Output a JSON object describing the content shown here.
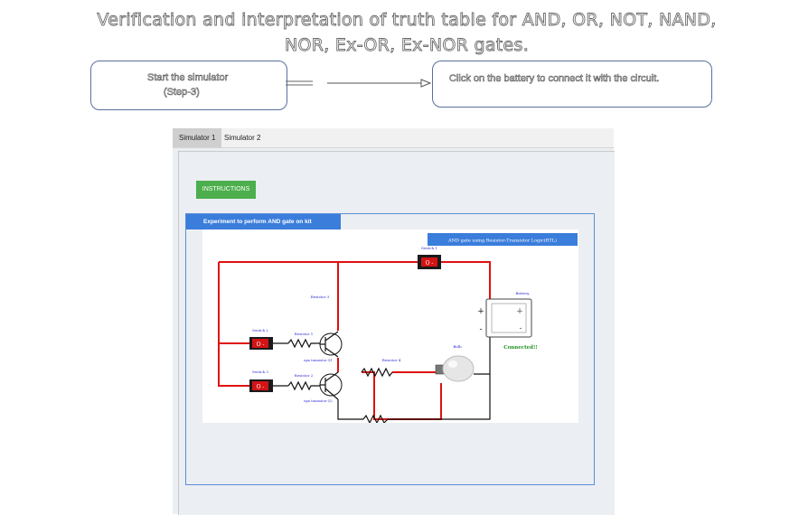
{
  "page": {
    "title_line1": "Verification and interpretation of truth table for AND, OR, NOT, NAND,",
    "title_line2": "NOR, Ex-OR, Ex-NOR gates."
  },
  "steps": {
    "step1_line1": "Start the simulator",
    "step1_line2": "(Step-3)",
    "step2": "Click on the battery to connect it with the circuit."
  },
  "simulator": {
    "tabs": [
      "Simulator 1",
      "Simulator 2"
    ],
    "instructions_label": "INSTRUCTIONS",
    "experiment_title": "Experiment to perform AND gate on kit",
    "circuit": {
      "banner": "AND gate using Resistor-Transistor Logic(RTL)",
      "switch1": "Switch 1",
      "switch2": "Switch 2",
      "switch3": "Switch 3",
      "resistor1": "Resistor 1",
      "resistor2": "Resistor 2",
      "resistor3": "Resistor 3",
      "resistor4": "Resistor 4",
      "q1": "npn transistor Q1",
      "q2": "npn transistor Q2",
      "bulb": "Bulb",
      "battery": "Battery",
      "plus": "+",
      "minus": "-",
      "status": "Connected!!",
      "switch_glyph": "O -"
    }
  },
  "colors": {
    "wire": "#e01010",
    "status": "#1e8e1e",
    "label": "#2a2ad0"
  }
}
